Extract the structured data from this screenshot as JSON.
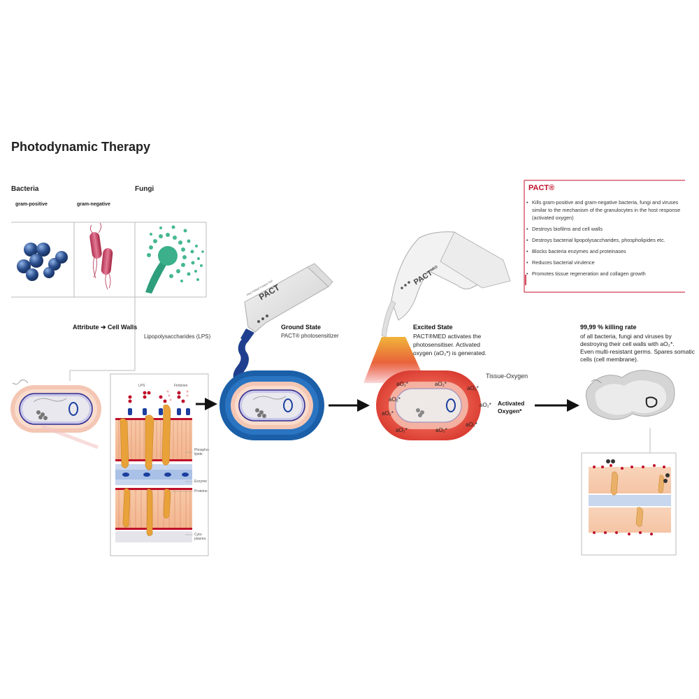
{
  "title": "Photodynamic Therapy",
  "organisms": {
    "bacteria_label": "Bacteria",
    "fungi_label": "Fungi",
    "gram_positive": "gram-positive",
    "gram_negative": "gram-negative"
  },
  "attribute": {
    "label": "Attribute ➔ Cell Walls",
    "sublabel": "Lipopolysaccharides (LPS)"
  },
  "membrane_labels": {
    "lps": "LPS",
    "fimbrien": "Fimbrien",
    "phospholipide": "Phospho-\nlipide",
    "enzyme": "Enzyme",
    "proteine": "Proteine",
    "cytoplasma": "Cyto-\nplasma"
  },
  "tube": {
    "brand": "PACT",
    "small_text": "PACT®Nail Fungus Gel"
  },
  "ground_state": {
    "heading": "Ground State",
    "text": "PACT® photosensitizer"
  },
  "device": {
    "brand": "PACT",
    "sup": "MED"
  },
  "excited_state": {
    "heading": "Excited State",
    "line1": "PACT®MED activates the",
    "line2": "photosensitiser. Activated",
    "line3": "oxygen (aO₂*) is generated."
  },
  "tissue_oxygen": "Tissue-Oxygen",
  "aO2_label": "aO₂*",
  "activated_oxygen": {
    "line1": "Activated",
    "line2": "Oxygen*"
  },
  "killing": {
    "heading": "99,99 % killing rate",
    "line1": "of all bacteria, fungi and viruses by",
    "line2": "destroying their cell walls with aO₂*.",
    "line3": "Even multi-resistant germs. Spares somatic",
    "line4": "cells (cell membrane)."
  },
  "pact_box": {
    "title": "PACT®",
    "bullet": "•",
    "items": [
      "Kills gram-positive and gram-negative bacteria, fungi and viruses similar to the mechanism of the granulocytes in the host response (activated oxygen)",
      "Destroys biofilms and cell walls",
      "Destroys bacterial lipopolysaccharides, phospholipides etc.",
      "Blocks bacteria enzymes and proteinases",
      "Reduces bacterial virulence",
      "Promotes tissue regeneration and collagen growth"
    ]
  },
  "colors": {
    "accent_red": "#c0102a",
    "blue_ring": "#1a5fa8",
    "red_glow": "#e8403a",
    "orange": "#e9a23a"
  }
}
